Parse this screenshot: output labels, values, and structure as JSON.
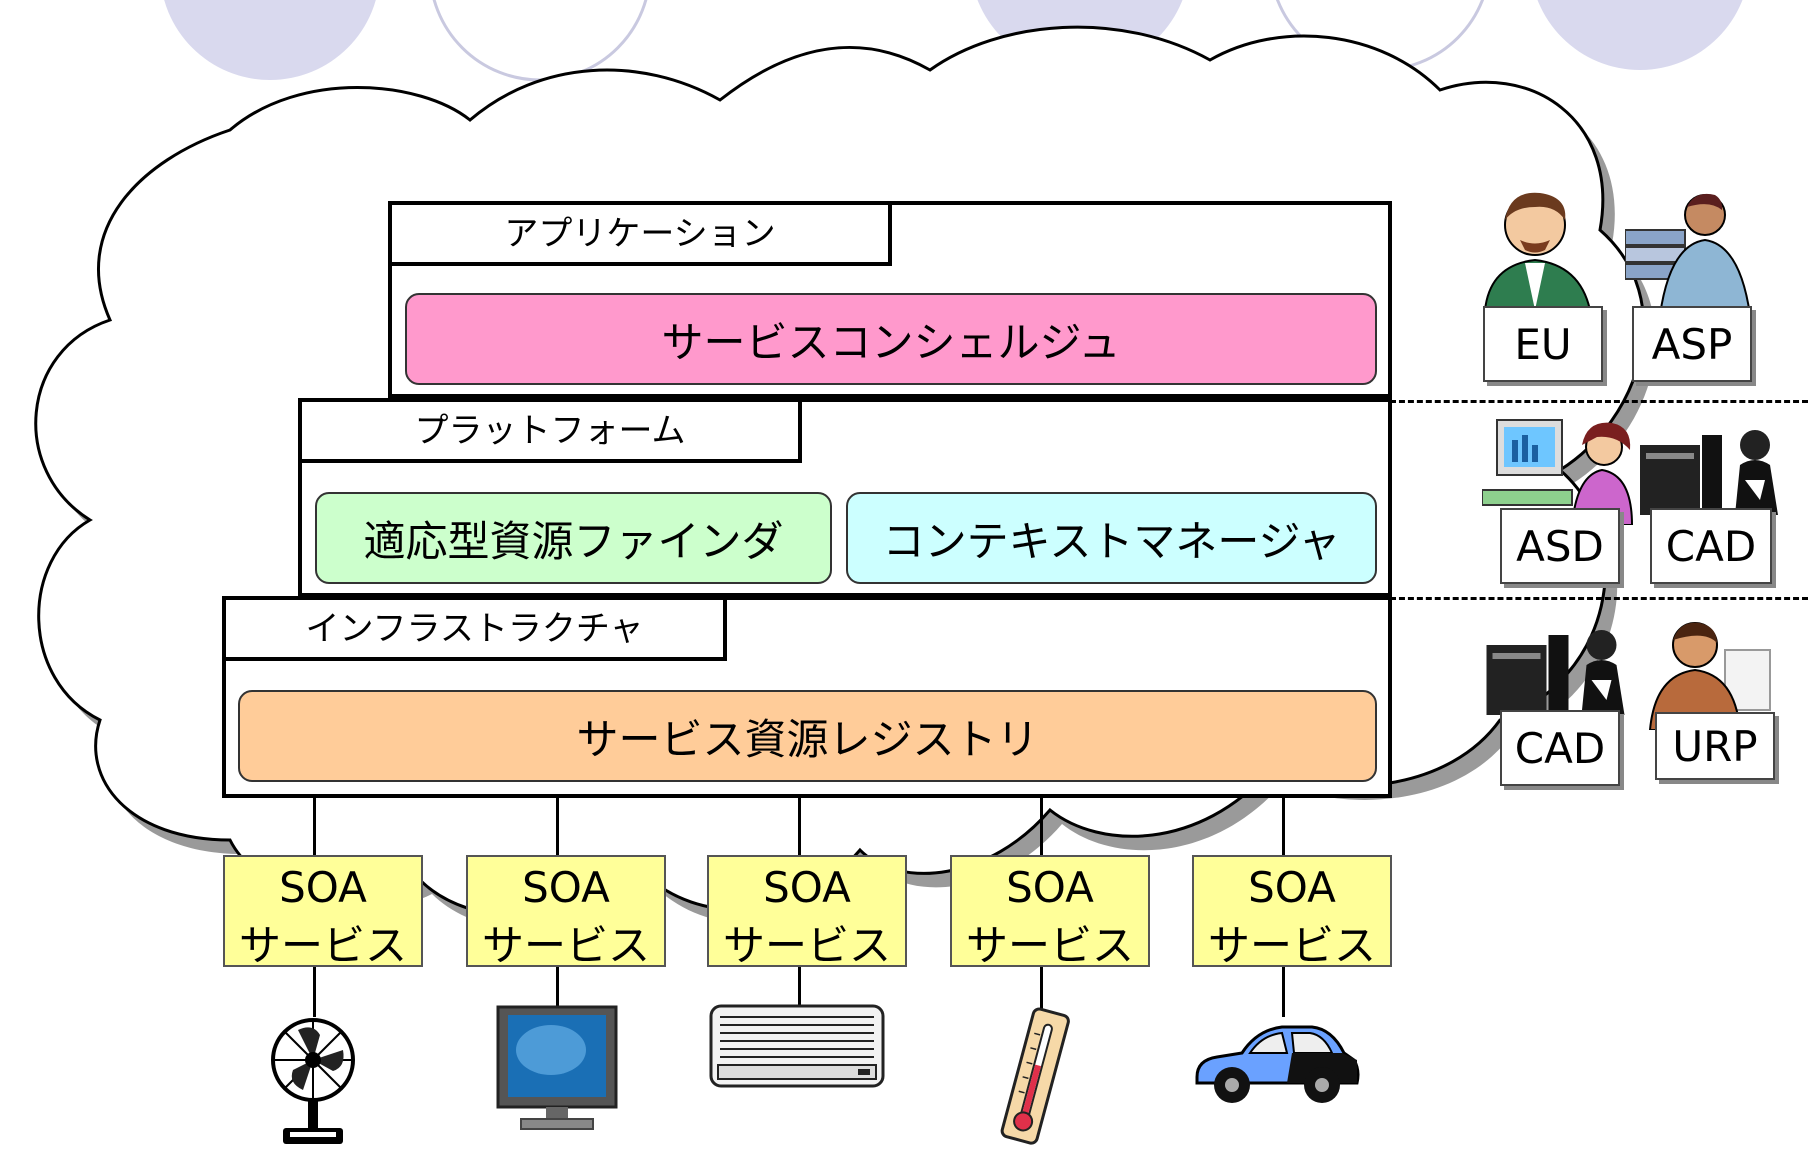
{
  "layers": {
    "application": {
      "tab": "アプリケーション",
      "bar": "サービスコンシェルジュ"
    },
    "platform": {
      "tab": "プラットフォーム",
      "bar_left": "適応型資源ファインダ",
      "bar_right": "コンテキストマネージャ"
    },
    "infrastructure": {
      "tab": "インフラストラクチャ",
      "bar": "サービス資源レジストリ"
    }
  },
  "soa_services": [
    {
      "line1": "SOA",
      "line2": "サービス",
      "device_icon": "fan-icon"
    },
    {
      "line1": "SOA",
      "line2": "サービス",
      "device_icon": "monitor-icon"
    },
    {
      "line1": "SOA",
      "line2": "サービス",
      "device_icon": "air-conditioner-icon"
    },
    {
      "line1": "SOA",
      "line2": "サービス",
      "device_icon": "thermometer-icon"
    },
    {
      "line1": "SOA",
      "line2": "サービス",
      "device_icon": "car-icon"
    }
  ],
  "roles": {
    "row1": [
      {
        "label": "EU",
        "icon": "user-person-icon"
      },
      {
        "label": "ASP",
        "icon": "server-engineer-icon"
      }
    ],
    "row2": [
      {
        "label": "ASD",
        "icon": "developer-at-computer-icon"
      },
      {
        "label": "CAD",
        "icon": "person-with-computer-icon"
      }
    ],
    "row3": [
      {
        "label": "CAD",
        "icon": "person-with-computer-icon"
      },
      {
        "label": "URP",
        "icon": "businessman-icon"
      }
    ]
  },
  "colors": {
    "concierge": "#ff99cc",
    "finder": "#ccffcc",
    "context": "#ccffff",
    "registry": "#ffcc99",
    "soa": "#ffff99",
    "bubbles": "#d9d9ee"
  }
}
